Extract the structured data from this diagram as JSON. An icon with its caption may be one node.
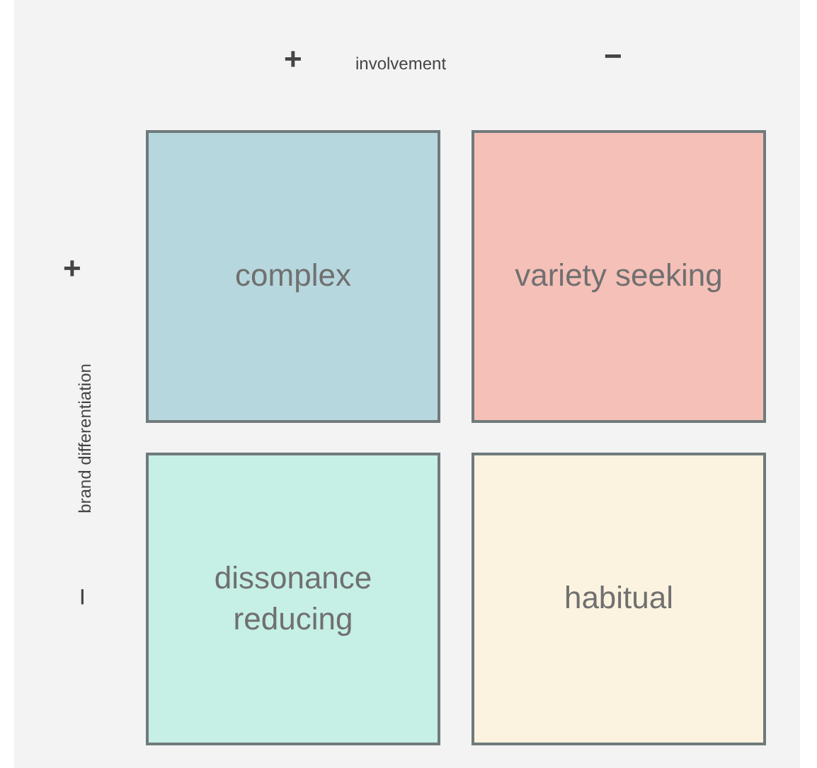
{
  "diagram": {
    "nodes": [
      {
        "text": [
          "complex"
        ]
      },
      {
        "text": [
          "variety seeking"
        ]
      },
      {
        "text": [
          "dissonance reducing"
        ]
      },
      {
        "text": [
          "habitual"
        ]
      }
    ],
    "labels": [
      "+",
      "involvement",
      "−",
      "+",
      "brand differentiation",
      "−"
    ]
  }
}
